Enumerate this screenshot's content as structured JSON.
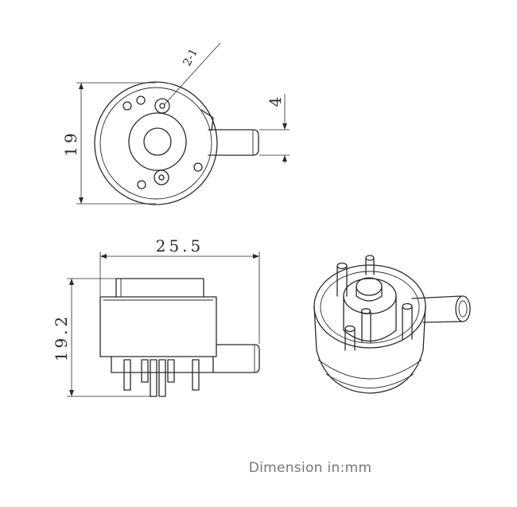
{
  "dimensions": {
    "top_height": "19",
    "tube_height": "4",
    "width": "25.5",
    "side_height": "19.2",
    "callout": "2-1"
  },
  "caption": "Dimension in:mm",
  "colors": {
    "line": "#2a2a2a",
    "caption": "#707a78",
    "background": "#ffffff"
  }
}
